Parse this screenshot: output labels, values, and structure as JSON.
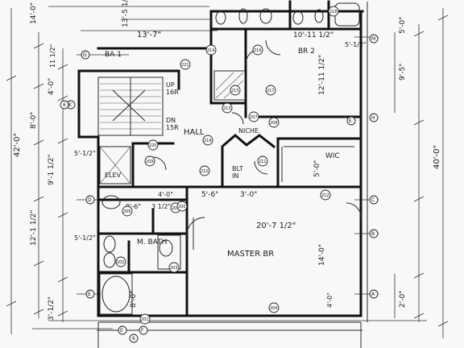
{
  "rooms": {
    "master": "MASTER BR",
    "mbath": "M. BATH",
    "hall": "HALL",
    "wic": "WIC",
    "br2": "BR 2",
    "ba1": "BA 1",
    "elev": "ELEV",
    "built_in": "BLT\nIN",
    "niche": "NICHE",
    "up": "UP\n16R",
    "dn": "DN\n15R"
  },
  "dimensions": {
    "left_overall": "42'-0\"",
    "right_overall": "40'-0\"",
    "top_width": "13'-7\"",
    "top_left_run": "14'-0\"",
    "top_mid_run": "13'-5 1/2\"",
    "br2_width": "10'-11 1/2\"",
    "br2_depth": "12'-11 1/2\"",
    "left_4_0": "4'-0\"",
    "left_8_0": "8'-0\"",
    "left_11_1_2": "11 1/2\"",
    "left_9_1_2": "9'-1 1/2\"",
    "left_12_1_2": "12'-1 1/2\"",
    "left_5_1_2": "5'-1/2\"",
    "left_3_1_2": "3'-1/2\"",
    "master_width": "20'-7 1/2\"",
    "master_depth": "14'-0\"",
    "master_right": "4'-0\"",
    "hall_5_6": "5'-6\"",
    "hall_3_0": "3'-0\"",
    "wic_depth": "5'-0\"",
    "right_9_5": "9'-5\"",
    "right_5_0": "5'-0\"",
    "right_2_0": "2'-0\"",
    "mbath_3_1_2": "3 1/2\"",
    "mbath_4_0": "4'-0\"",
    "mbath_9_6": "9'-6\"",
    "mbath_5_1_2": "5'-1/2\"",
    "bottom_8_0": "8'-0\"",
    "top_5_1_2": "5'-1/2\""
  },
  "grid_marks": {
    "col_g": "G",
    "col_h": "H",
    "col_a": "A",
    "col_b": "B",
    "col_c": "C",
    "col_d": "D",
    "col_e": "E",
    "col_f": "F",
    "col_k": "K",
    "col_m": "M"
  },
  "door_tags": {
    "t221": "221",
    "t214": "214",
    "t213": "213",
    "t215": "215",
    "t216": "216",
    "t207": "207",
    "t208": "208",
    "t209": "209",
    "t210": "210",
    "t211": "211",
    "t212": "212",
    "t205": "205",
    "t204": "204",
    "t203": "203",
    "t202": "202",
    "t201": "201",
    "t206": "206",
    "t220": "220",
    "t217": "217",
    "t218": "218",
    "t219": "219",
    "t200": "200"
  },
  "elevation": {
    "label": "6"
  }
}
